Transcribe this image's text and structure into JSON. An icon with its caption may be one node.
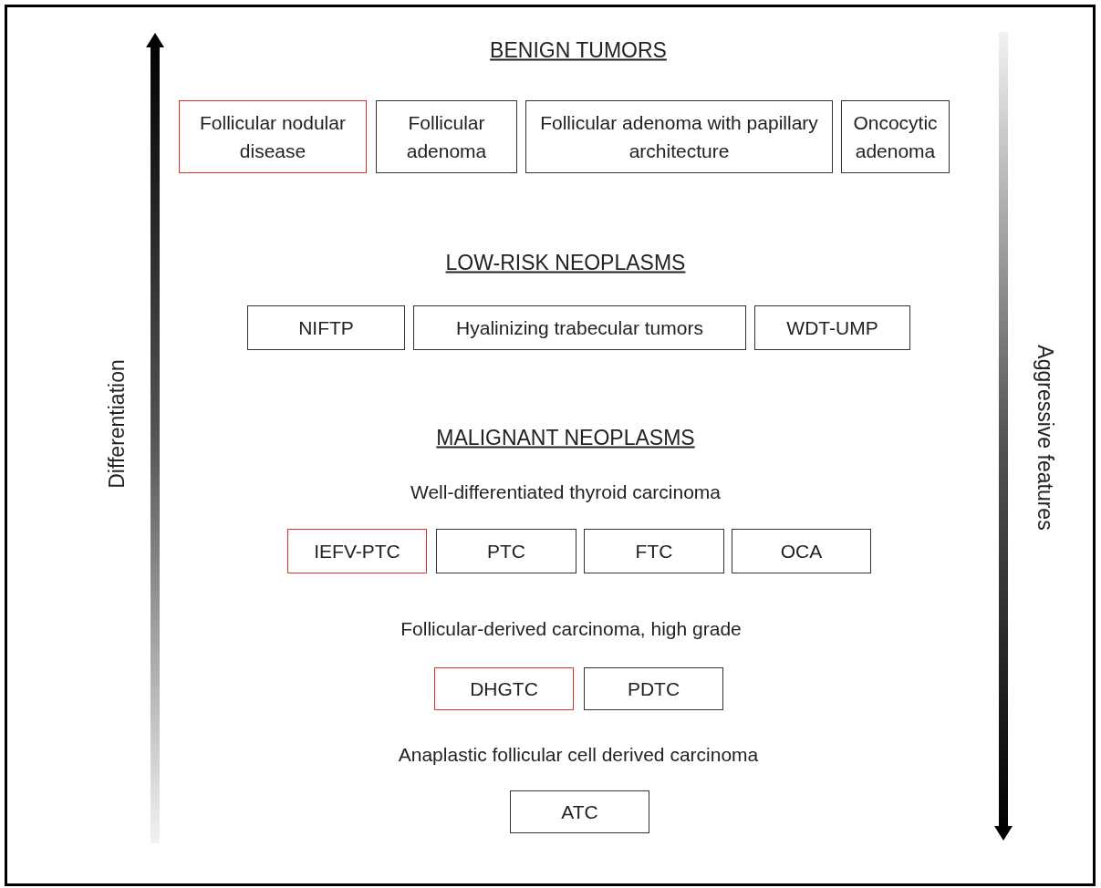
{
  "diagram": {
    "nodes": [
      {
        "text": [
          "Follicular nodular disease"
        ]
      },
      {
        "text": [
          "Follicular adenoma"
        ]
      },
      {
        "text": [
          "Follicular adenoma with papillary architecture"
        ]
      },
      {
        "text": [
          "Oncocytic adenoma"
        ]
      },
      {
        "text": [
          "NIFTP"
        ]
      },
      {
        "text": [
          "Hyalinizing trabecular tumors"
        ]
      },
      {
        "text": [
          "WDT-UMP"
        ]
      },
      {
        "text": [
          "IEFV-PTC"
        ]
      },
      {
        "text": [
          "PTC"
        ]
      },
      {
        "text": [
          "FTC"
        ]
      },
      {
        "text": [
          "OCA"
        ]
      },
      {
        "text": [
          "DHGTC"
        ]
      },
      {
        "text": [
          "PDTC"
        ]
      },
      {
        "text": [
          "ATC"
        ]
      }
    ],
    "edges": [],
    "labels": [
      "BENIGN TUMORS",
      "Differentiation",
      "Aggressive features",
      "LOW-RISK NEOPLASMS",
      "MALIGNANT NEOPLASMS",
      "Well-differentiated thyroid carcinoma",
      "Follicular-derived carcinoma, high grade",
      "Anaplastic follicular cell derived carcinoma"
    ]
  }
}
